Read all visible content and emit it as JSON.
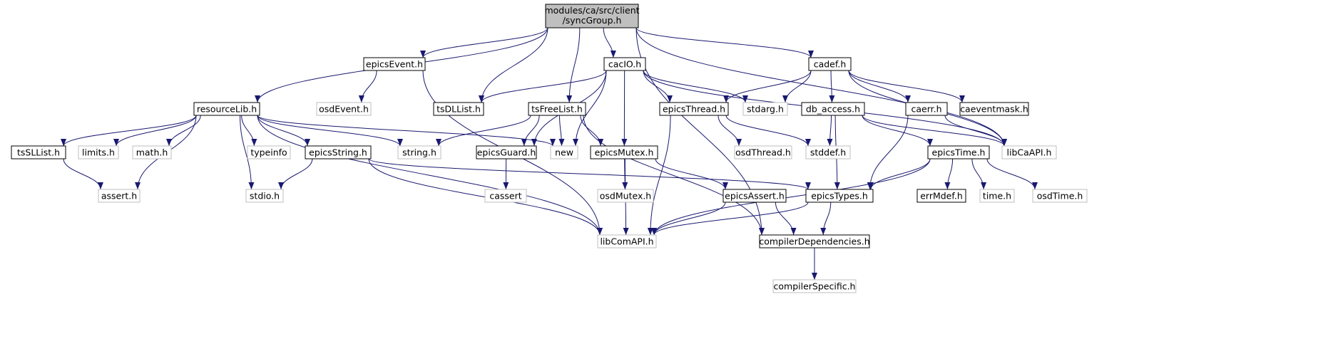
{
  "graph": {
    "root": {
      "line1": "modules/ca/src/client",
      "line2": "/syncGroup.h"
    },
    "nodes": {
      "resourceLib": "resourceLib.h",
      "epicsEvent": "epicsEvent.h",
      "cacIO": "cacIO.h",
      "cadef": "cadef.h",
      "osdEvent": "osdEvent.h",
      "tsDLList": "tsDLList.h",
      "tsFreeList": "tsFreeList.h",
      "epicsThread": "epicsThread.h",
      "stdarg": "stdarg.h",
      "db_access": "db_access.h",
      "caerr": "caerr.h",
      "caeventmask": "caeventmask.h",
      "tsSLList": "tsSLList.h",
      "limits": "limits.h",
      "math": "math.h",
      "typeinfo": "typeinfo",
      "epicsString": "epicsString.h",
      "string": "string.h",
      "epicsGuard": "epicsGuard.h",
      "new": "new",
      "epicsMutex": "epicsMutex.h",
      "osdThread": "osdThread.h",
      "stddef": "stddef.h",
      "epicsTime": "epicsTime.h",
      "libCaAPI": "libCaAPI.h",
      "assert": "assert.h",
      "stdio": "stdio.h",
      "cassert": "cassert",
      "osdMutex": "osdMutex.h",
      "epicsAssert": "epicsAssert.h",
      "epicsTypes": "epicsTypes.h",
      "errMdef": "errMdef.h",
      "time": "time.h",
      "osdTime": "osdTime.h",
      "libComAPI": "libComAPI.h",
      "compilerDependencies": "compilerDependencies.h",
      "compilerSpecific": "compilerSpecific.h"
    },
    "colors": {
      "edge": "#191970",
      "node_border_documented": "#000000",
      "node_border_external": "#bfbfbf",
      "root_fill": "#bfbfbf",
      "text": "#000000"
    }
  }
}
